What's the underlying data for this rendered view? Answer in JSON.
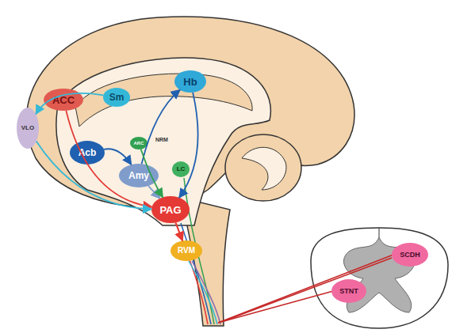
{
  "diagram": {
    "nodes": [
      {
        "text": [
          "ACC"
        ]
      },
      {
        "text": [
          "Sm"
        ]
      },
      {
        "text": [
          "Hb"
        ]
      },
      {
        "text": [
          "VLO"
        ]
      },
      {
        "text": [
          "Acb"
        ]
      },
      {
        "text": [
          "ARC"
        ]
      },
      {
        "text": [
          "Amy"
        ]
      },
      {
        "text": [
          "LC"
        ]
      },
      {
        "text": [
          "PAG"
        ]
      },
      {
        "text": [
          "RVM"
        ]
      },
      {
        "text": [
          "STNT"
        ]
      },
      {
        "text": [
          "SCDH"
        ]
      }
    ],
    "edges": [
      {
        "from": 0,
        "to": 8,
        "arrow": "to"
      },
      {
        "from": 1,
        "to": 3,
        "arrow": "to"
      },
      {
        "from": 3,
        "to": 8,
        "arrow": "to"
      },
      {
        "from": 4,
        "to": 6,
        "arrow": "to"
      },
      {
        "from": 6,
        "to": 2,
        "arrow": "to"
      },
      {
        "from": 2,
        "to": 8,
        "arrow": "to"
      },
      {
        "from": 6,
        "to": 8,
        "arrow": "to"
      },
      {
        "from": 5,
        "to": 8,
        "arrow": "to"
      },
      {
        "from": 8,
        "to": 9,
        "arrow": "to"
      }
    ],
    "labels": [
      "NRM"
    ]
  }
}
